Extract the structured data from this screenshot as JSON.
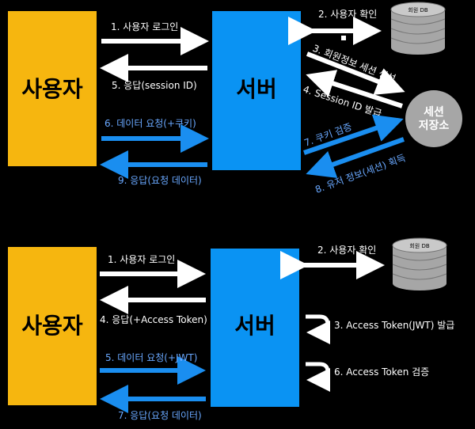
{
  "colors": {
    "background": "#000000",
    "user_box": "#f6b60f",
    "server_box": "#0a93f3",
    "white_arrow": "#ffffff",
    "blue_arrow": "#1a8ef0",
    "blue_text": "#69a8ff",
    "db_fill": "#a6a6a6",
    "session_store": "#a6a6a6"
  },
  "session_flow": {
    "user_box": "사용자",
    "server_box": "서버",
    "db_label": "회원 DB",
    "session_store": [
      "세션",
      "저장소"
    ],
    "steps": {
      "login": "1. 사용자 로그인",
      "check_user": "2. 사용자 확인",
      "create_session": "3. 회원정보 세션 생성",
      "issue_session_id": "4. Session ID 발급",
      "response_session_id": "5. 응답(session ID)",
      "data_request_cookie": "6. 데이터 요청(+쿠키)",
      "check_cookie": "7. 쿠키 검증",
      "get_user_info": "8. 유저 정보(세션) 획득",
      "response_data": "9. 응답(요청 데이터)"
    }
  },
  "jwt_flow": {
    "user_box": "사용자",
    "server_box": "서버",
    "db_label": "회원 DB",
    "steps": {
      "login": "1. 사용자 로그인",
      "check_user": "2. 사용자 확인",
      "issue_token": "3. Access Token(JWT) 발급",
      "response_token": "4. 응답(+Access Token)",
      "data_request_jwt": "5. 데이터 요청(+JWT)",
      "verify_token": "6. Access Token 검증",
      "response_data": "7. 응답(요청 데이터)"
    }
  }
}
